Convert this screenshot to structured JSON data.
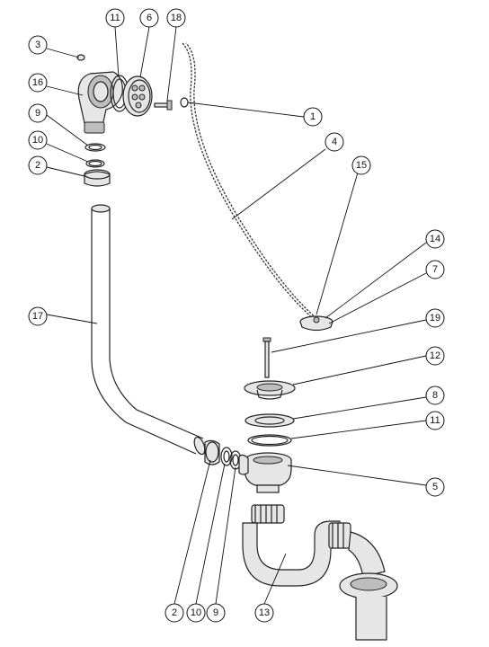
{
  "diagram": {
    "callouts": [
      {
        "id": "c3",
        "label": "3"
      },
      {
        "id": "c11a",
        "label": "11"
      },
      {
        "id": "c6",
        "label": "6"
      },
      {
        "id": "c18",
        "label": "18"
      },
      {
        "id": "c16",
        "label": "16"
      },
      {
        "id": "c1",
        "label": "1"
      },
      {
        "id": "c9a",
        "label": "9"
      },
      {
        "id": "c10a",
        "label": "10"
      },
      {
        "id": "c2a",
        "label": "2"
      },
      {
        "id": "c4",
        "label": "4"
      },
      {
        "id": "c15",
        "label": "15"
      },
      {
        "id": "c14",
        "label": "14"
      },
      {
        "id": "c7",
        "label": "7"
      },
      {
        "id": "c17",
        "label": "17"
      },
      {
        "id": "c19",
        "label": "19"
      },
      {
        "id": "c12",
        "label": "12"
      },
      {
        "id": "c8",
        "label": "8"
      },
      {
        "id": "c11b",
        "label": "11"
      },
      {
        "id": "c5",
        "label": "5"
      },
      {
        "id": "c2b",
        "label": "2"
      },
      {
        "id": "c10b",
        "label": "10"
      },
      {
        "id": "c9b",
        "label": "9"
      },
      {
        "id": "c13",
        "label": "13"
      }
    ]
  }
}
